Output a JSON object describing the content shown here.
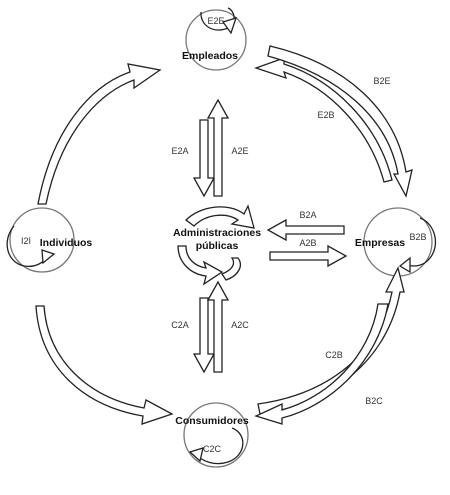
{
  "nodes": {
    "empleados": "Empleados",
    "individuos": "Individuos",
    "administraciones_line1": "Administraciones",
    "administraciones_line2": "públicas",
    "empresas": "Empresas",
    "consumidores": "Consumidores"
  },
  "self_loops": {
    "empleados": "E2E",
    "individuos": "I2I",
    "empresas": "B2B",
    "consumidores": "C2C"
  },
  "edges": {
    "b2e": "B2E",
    "e2b": "E2B",
    "e2a": "E2A",
    "a2e": "A2E",
    "b2a": "B2A",
    "a2b": "A2B",
    "c2a": "C2A",
    "a2c": "A2C",
    "c2b": "C2B",
    "b2c": "B2C"
  }
}
